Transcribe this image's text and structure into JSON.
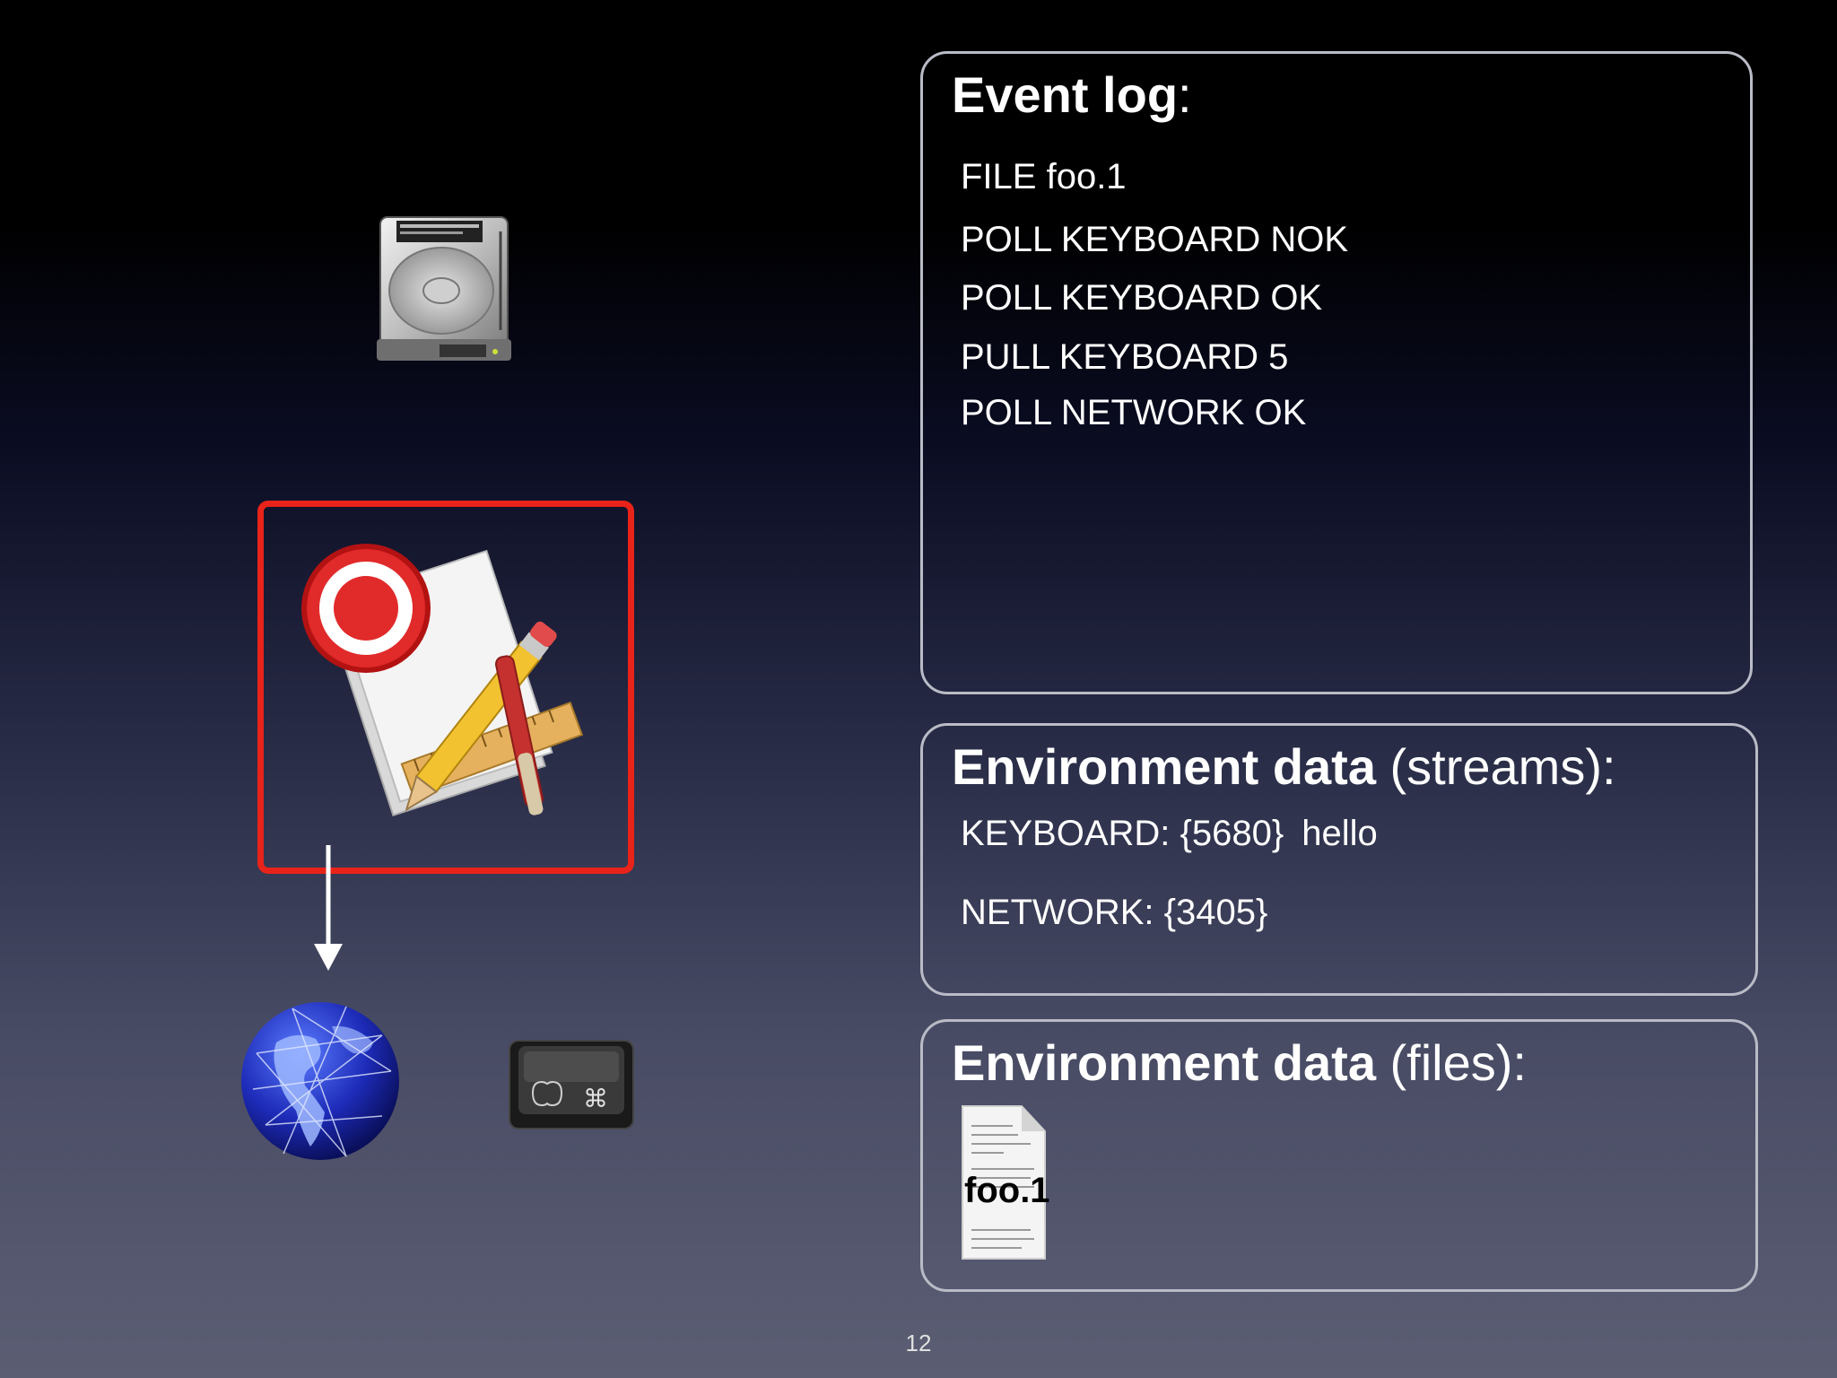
{
  "event_log": {
    "title": "Event log",
    "title_suffix": ":",
    "lines": [
      "FILE foo.1",
      "POLL KEYBOARD NOK",
      "POLL KEYBOARD OK",
      "PULL KEYBOARD 5",
      "POLL NETWORK OK"
    ]
  },
  "streams": {
    "title": "Environment data",
    "subtitle": "(streams):",
    "keyboard": {
      "key": "KEYBOARD: {5680}",
      "value": "hello"
    },
    "network": {
      "key": "NETWORK: {3405}"
    }
  },
  "files": {
    "title": "Environment data",
    "subtitle": "(files):",
    "file_name": "foo.1"
  },
  "icons": {
    "disk": "hard-disk-icon",
    "app": "app-builder-icon",
    "record": "record-icon",
    "globe": "globe-network-icon",
    "keyboard": "command-key-icon",
    "arrow": "down-arrow-icon",
    "document": "document-icon"
  },
  "colors": {
    "selection": "#e8231a",
    "panel_border": "#b9bcc6"
  },
  "page_number": "12"
}
